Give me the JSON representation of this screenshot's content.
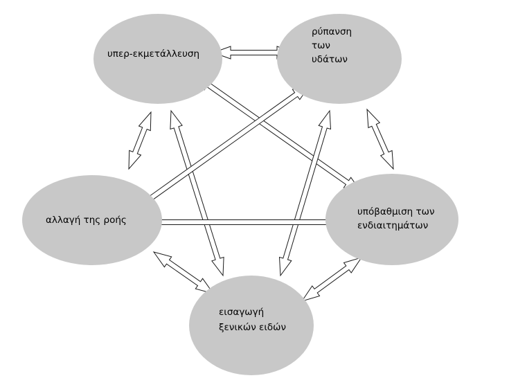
{
  "nodes": {
    "overexploitation": {
      "lines": [
        "υπερ-εκμετάλλευση"
      ]
    },
    "water_pollution": {
      "lines": [
        "ρύπανση",
        "των",
        "υδάτων"
      ]
    },
    "flow_change": {
      "lines": [
        "αλλαγή της ροής"
      ]
    },
    "habitat_degradation": {
      "lines": [
        "υπόβαθμιση των",
        "ενδιαιτημάτων"
      ]
    },
    "invasive_species": {
      "lines": [
        "εισαγωγή",
        "ξενικών ειδών"
      ]
    }
  },
  "edges": [
    {
      "from": "overexploitation",
      "to": "water_pollution"
    },
    {
      "from": "overexploitation",
      "to": "flow_change"
    },
    {
      "from": "overexploitation",
      "to": "habitat_degradation"
    },
    {
      "from": "overexploitation",
      "to": "invasive_species"
    },
    {
      "from": "water_pollution",
      "to": "flow_change"
    },
    {
      "from": "water_pollution",
      "to": "habitat_degradation"
    },
    {
      "from": "water_pollution",
      "to": "invasive_species"
    },
    {
      "from": "flow_change",
      "to": "habitat_degradation"
    },
    {
      "from": "flow_change",
      "to": "invasive_species"
    },
    {
      "from": "habitat_degradation",
      "to": "invasive_species"
    }
  ],
  "colors": {
    "node_fill": "#c8c8c8",
    "arrow_fill": "#ffffff",
    "arrow_stroke": "#1a1a1a",
    "text": "#000000"
  }
}
